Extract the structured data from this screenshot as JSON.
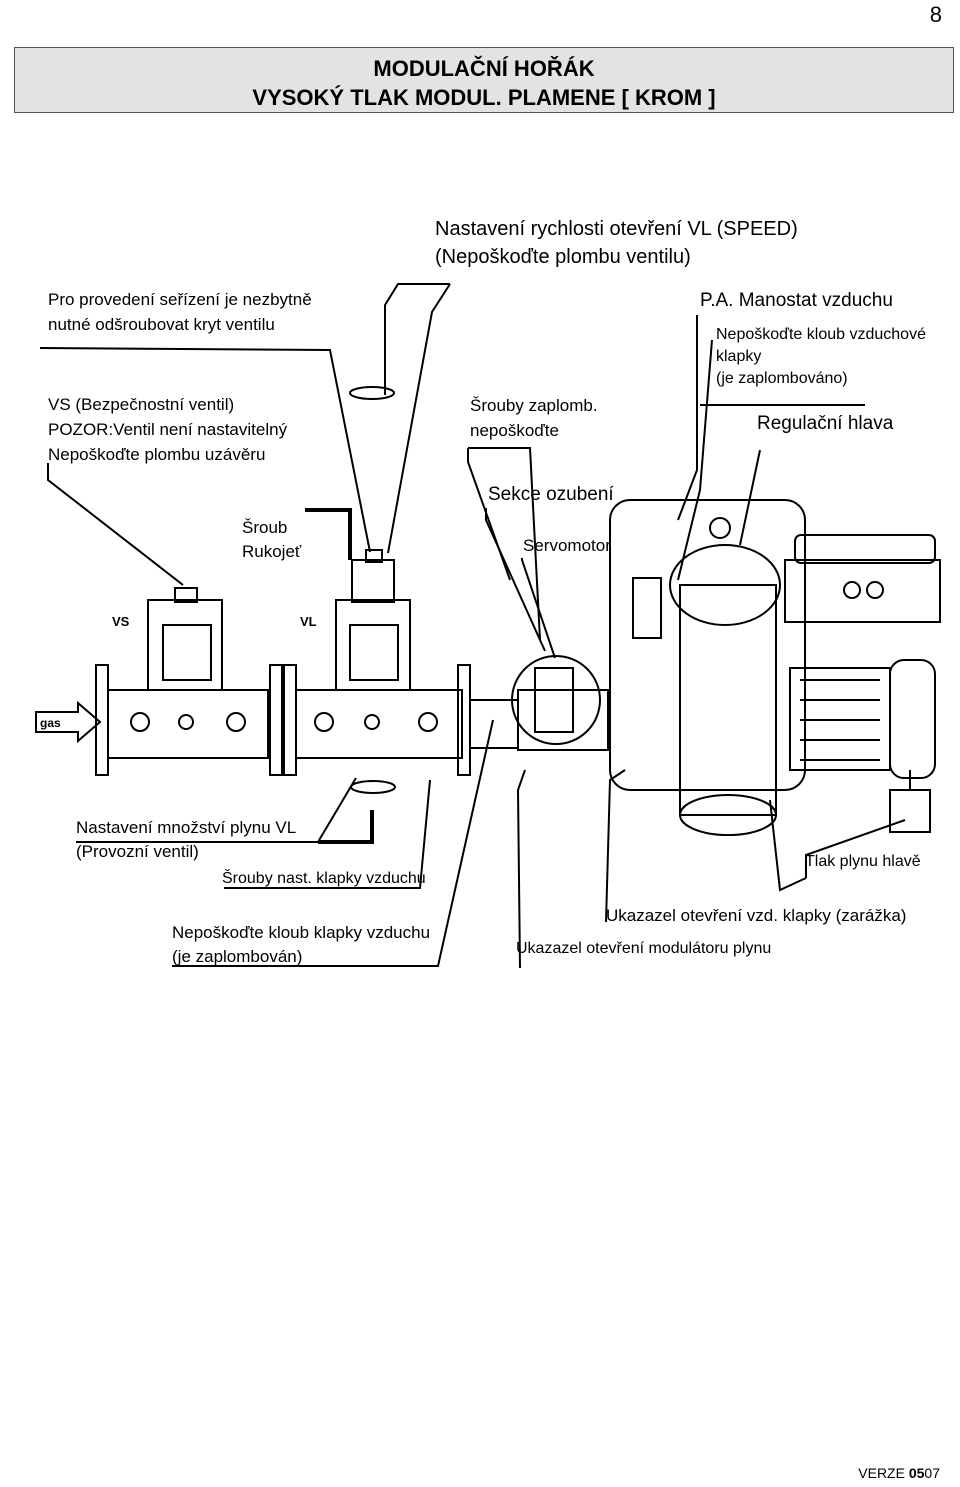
{
  "page_number": "8",
  "header": {
    "title_line1": "MODULAČNÍ HOŘÁK",
    "title_line2": "VYSOKÝ TLAK MODUL. PLAMENE [ KROM ]"
  },
  "labels": {
    "speed_line1": "Nastavení rychlosti otevření VL (SPEED)",
    "speed_line2": "(Nepoškoďte plombu ventilu)",
    "adjust_line1": "Pro provedení seřízení je nezbytně",
    "adjust_line2": "nutné odšroubovat kryt ventilu",
    "vs_line1": "VS (Bezpečnostní ventil)",
    "vs_line2": "POZOR:Ventil není nastavitelný",
    "vs_line3": "Nepoškoďte plombu uzávěru",
    "screw": "Šroub",
    "handle": "Rukojeť",
    "seal_screws_line1": "Šrouby zaplomb.",
    "seal_screws_line2": "nepoškoďte",
    "gear_section": "Sekce ozubení",
    "servomotor": "Servomotor",
    "pa": "P.A. Manostat  vzduchu",
    "air_joint_line1": "Nepoškoďte kloub vzduchové",
    "air_joint_line2": "klapky",
    "air_joint_line3": "(je zaplombováno)",
    "head": "Regulační hlava",
    "gas_qty_line1": "Nastavení množství plynu VL",
    "gas_qty_line2": "(Provozní ventil)",
    "air_screws": "Šrouby nast. klapky vzduchu",
    "head_pressure": "Tlak plynu hlavě",
    "damper_joint_line1": "Nepoškoďte kloub klapky vzduchu",
    "damper_joint_line2": "(je zaplombován)",
    "air_indicator": "Ukazazel otevření vzd. klapky (zarážka)",
    "gas_indicator": "Ukazazel otevření modulátoru plynu"
  },
  "drawing": {
    "valve_vs": "VS",
    "valve_vl": "VL",
    "gas_inlet": "gas"
  },
  "footer": {
    "prefix": "VERZE ",
    "bold": "05",
    "suffix": "07"
  }
}
